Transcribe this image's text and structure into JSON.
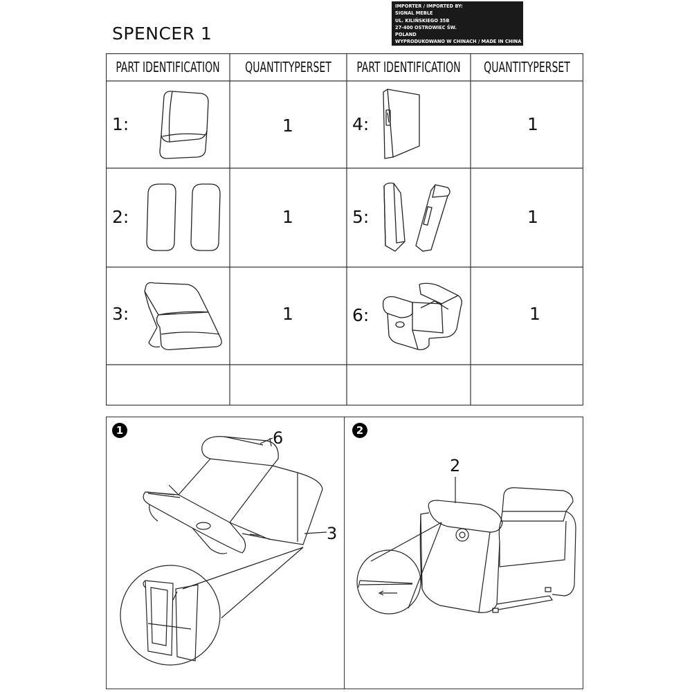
{
  "title": "SPENCER 1",
  "importer": {
    "lines": [
      "IMPORTER / IMPORTED BY:",
      "SIGNAL MEBLE",
      "UL. KILIŃSKIEGO 35B",
      "27-400 OSTROWIEC ŚW.",
      "POLAND",
      "WYPRODUKOWANO W CHINACH / MADE IN CHINA"
    ]
  },
  "table": {
    "headers": [
      "PART IDENTIFICATION",
      "QUANTITYPERSET",
      "PART IDENTIFICATION",
      "QUANTITYPERSET"
    ],
    "parts": [
      {
        "index": "1:",
        "qty": "1",
        "icon": "backrest-icon"
      },
      {
        "index": "2:",
        "qty": "1",
        "icon": "armrest-pads-icon"
      },
      {
        "index": "3:",
        "qty": "1",
        "icon": "seat-footrest-icon"
      },
      {
        "index": "4:",
        "qty": "1",
        "icon": "side-panel-icon"
      },
      {
        "index": "5:",
        "qty": "1",
        "icon": "arm-panels-icon"
      },
      {
        "index": "6:",
        "qty": "1",
        "icon": "frame-base-icon"
      }
    ]
  },
  "steps": [
    {
      "number": "1",
      "callouts": [
        "6",
        "3"
      ]
    },
    {
      "number": "2",
      "callouts": [
        "2"
      ]
    }
  ]
}
